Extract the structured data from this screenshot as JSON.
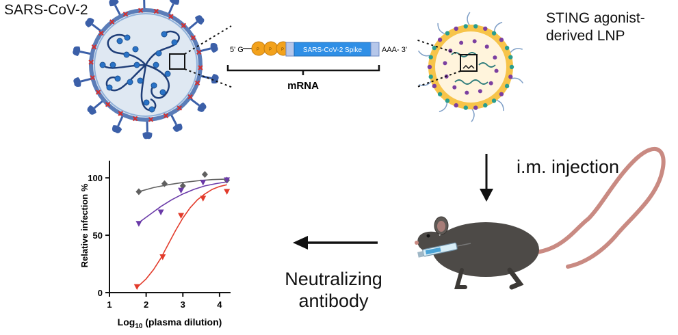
{
  "labels": {
    "sars_cov2": "SARS-CoV-2",
    "sting_line1": "STING agonist-",
    "sting_line2": "derived LNP",
    "injection": "i.m. injection",
    "nab_line1": "Neutralizing",
    "nab_line2": "antibody"
  },
  "mrna": {
    "five_prime": "5' G",
    "cap_letter": "P",
    "spike": "SARS-CoV-2 Spike",
    "poly_a": "AAA- 3'",
    "label": "mRNA"
  },
  "colors": {
    "virus_fill": "#dfe8f2",
    "virus_edge": "#5b7db8",
    "spike_blue": "#3b5fa8",
    "red_marker": "#d33030",
    "spike_box": "#2f8fe6",
    "cap_orange": "#f3a21c",
    "lnp_yellow": "#f7c44a",
    "mouse": "#4d4a47",
    "tail": "#c98a82"
  },
  "chart_data": {
    "type": "scatter",
    "xlabel_main": "Log",
    "xlabel_sub": "10",
    "xlabel_rest": " (plasma dilution)",
    "ylabel": "Relative infection %",
    "xlim": [
      1,
      4.3
    ],
    "ylim": [
      0,
      115
    ],
    "xticks": [
      "1",
      "2",
      "3",
      "4"
    ],
    "yticks": [
      "0",
      "50",
      "100"
    ],
    "series": [
      {
        "marker": "diamond",
        "color": "#606060",
        "x": [
          1.8,
          2.5,
          3.0,
          3.6,
          4.2
        ],
        "y": [
          88,
          95,
          93,
          103,
          98
        ],
        "curve": [
          [
            1.8,
            88
          ],
          [
            2.2,
            91.5
          ],
          [
            2.6,
            94
          ],
          [
            3.0,
            96
          ],
          [
            3.4,
            97.5
          ],
          [
            3.8,
            98.5
          ],
          [
            4.2,
            99
          ]
        ]
      },
      {
        "marker": "triangle-down",
        "color": "#6a3aa8",
        "x": [
          1.8,
          2.4,
          2.95,
          3.55,
          4.2
        ],
        "y": [
          60,
          70,
          89,
          96,
          98
        ],
        "curve": [
          [
            1.8,
            61
          ],
          [
            2.1,
            68
          ],
          [
            2.4,
            75
          ],
          [
            2.7,
            81
          ],
          [
            3.0,
            86
          ],
          [
            3.3,
            90
          ],
          [
            3.6,
            93
          ],
          [
            3.9,
            95
          ],
          [
            4.2,
            96.5
          ]
        ]
      },
      {
        "marker": "triangle-down",
        "color": "#e23b2b",
        "x": [
          1.75,
          2.45,
          2.95,
          3.55,
          4.2
        ],
        "y": [
          5,
          31,
          67,
          82,
          88
        ],
        "curve": [
          [
            1.8,
            6
          ],
          [
            2.0,
            12
          ],
          [
            2.2,
            20
          ],
          [
            2.4,
            30
          ],
          [
            2.6,
            42
          ],
          [
            2.8,
            54
          ],
          [
            3.0,
            65
          ],
          [
            3.2,
            74
          ],
          [
            3.4,
            81
          ],
          [
            3.6,
            86
          ],
          [
            3.8,
            90
          ],
          [
            4.0,
            92.5
          ],
          [
            4.2,
            94
          ]
        ]
      }
    ]
  }
}
